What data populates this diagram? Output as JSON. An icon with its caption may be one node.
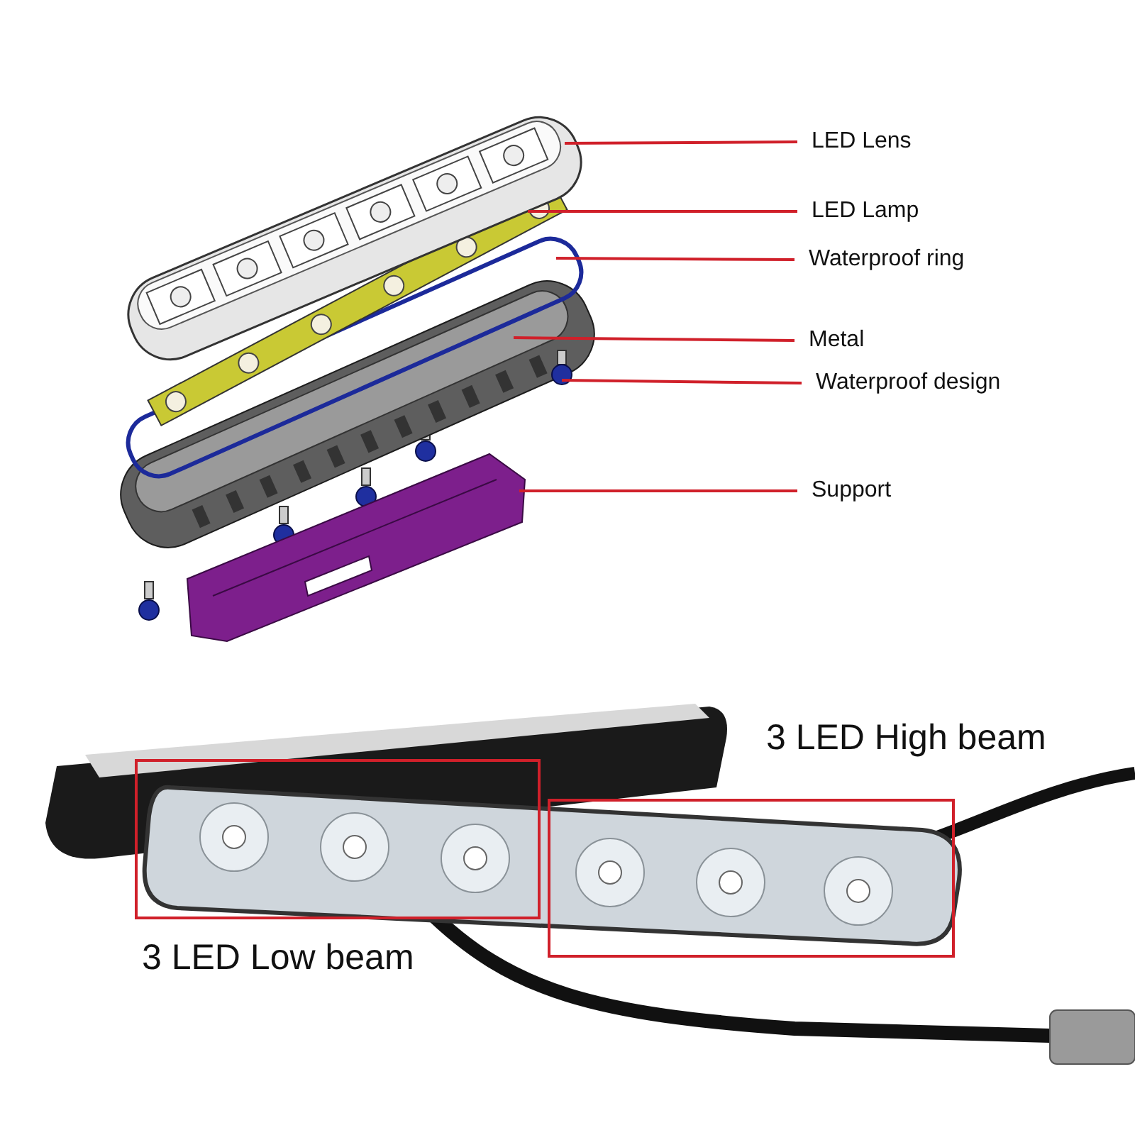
{
  "diagram": {
    "nodes": [
      {
        "text": [
          "LED Lens"
        ]
      },
      {
        "text": [
          "LED Lamp"
        ]
      },
      {
        "text": [
          "Waterproof ring"
        ]
      },
      {
        "text": [
          "Metal"
        ]
      },
      {
        "text": [
          "Waterproof design"
        ]
      },
      {
        "text": [
          "Support"
        ]
      },
      {
        "text": [
          "3 LED Low beam"
        ]
      },
      {
        "text": [
          "3 LED High beam"
        ]
      }
    ],
    "edges": [
      {
        "from": 0,
        "to": null,
        "arrow": "none"
      },
      {
        "from": 1,
        "to": null,
        "arrow": "none"
      },
      {
        "from": 2,
        "to": null,
        "arrow": "none"
      },
      {
        "from": 3,
        "to": null,
        "arrow": "none"
      },
      {
        "from": 4,
        "to": null,
        "arrow": "none"
      },
      {
        "from": 5,
        "to": null,
        "arrow": "none"
      }
    ]
  }
}
